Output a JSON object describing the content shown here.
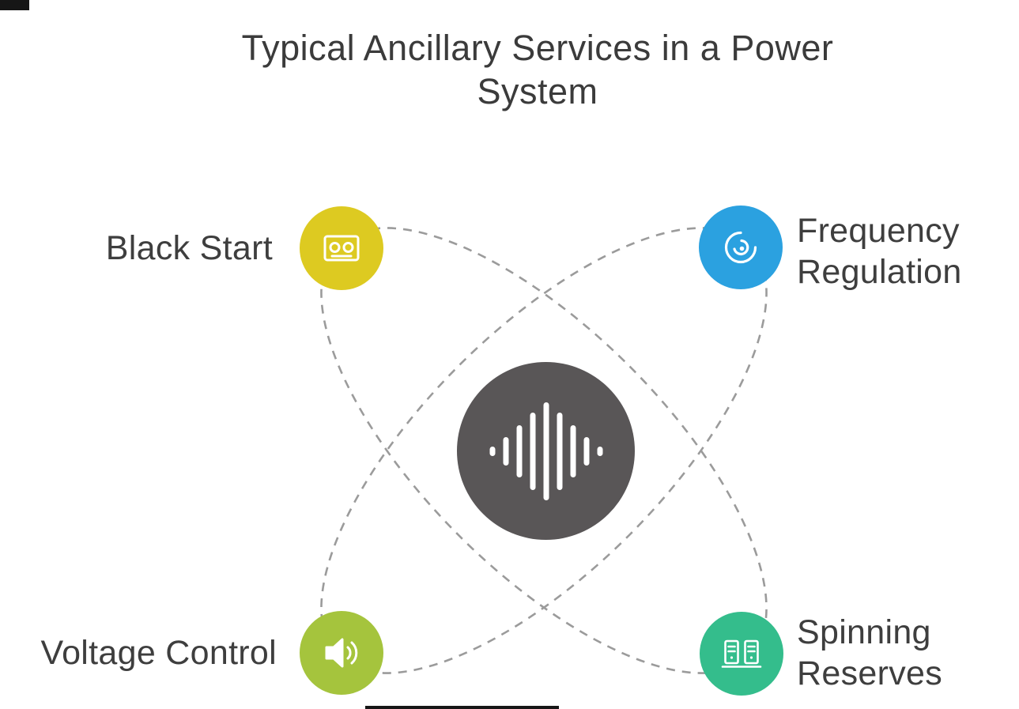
{
  "title": "Typical Ancillary Services in a Power System",
  "title_lines": [
    "Typical Ancillary Services in a Power",
    "System"
  ],
  "center_hub": {
    "icon": "waveform-icon",
    "color": "#595657"
  },
  "orbits": {
    "color": "#9b9b9b",
    "style": "dashed"
  },
  "nodes": [
    {
      "label": "Black Start",
      "position": "top-left",
      "color": "#ddca21",
      "icon": "cassette-battery-icon"
    },
    {
      "label": "Frequency Regulation",
      "position": "top-right",
      "color": "#2ba1e0",
      "icon": "rotation-icon"
    },
    {
      "label": "Voltage Control",
      "position": "bottom-left",
      "color": "#a5c43d",
      "icon": "speaker-icon"
    },
    {
      "label": "Spinning Reserves",
      "position": "bottom-right",
      "color": "#34bd8c",
      "icon": "dual-server-icon"
    }
  ]
}
